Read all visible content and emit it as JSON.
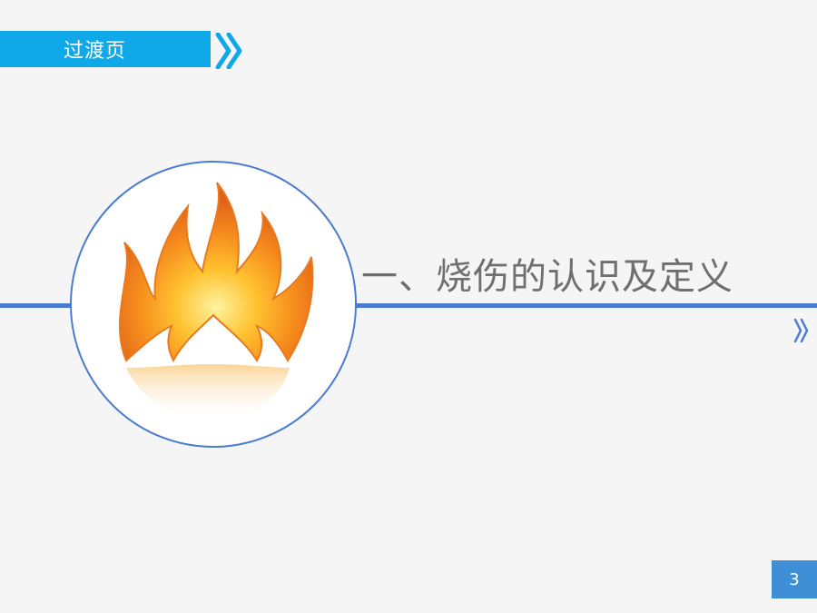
{
  "header": {
    "title": "过渡页",
    "chevron_icon": "double-chevron-right-icon"
  },
  "section": {
    "title": "一、烧伤的认识及定义",
    "image_icon": "flame-icon",
    "chevron_icon": "double-chevron-right-icon"
  },
  "footer": {
    "page_number": "3"
  },
  "colors": {
    "banner": "#0fa8e8",
    "accent_line": "#4a7bd0",
    "page_box": "#3f8fd6",
    "background": "#f5f5f5",
    "title_text": "#6f6f6f"
  }
}
